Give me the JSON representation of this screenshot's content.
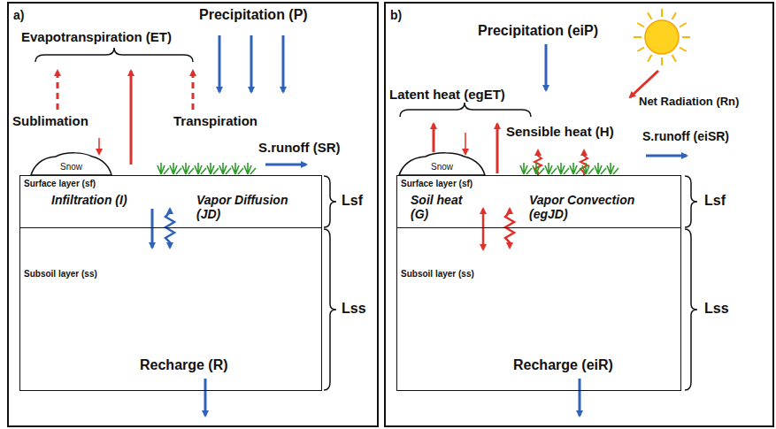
{
  "diagram": {
    "nodes": [
      {
        "text": [
          "a)"
        ]
      },
      {
        "text": [
          "Snow"
        ],
        "in": 0
      },
      {
        "text": [
          "Surface layer (sf)"
        ],
        "in": 0
      },
      {
        "text": [
          "Subsoil layer (ss)"
        ],
        "in": 0
      },
      {
        "text": [
          "b)"
        ]
      },
      {
        "text": [
          "Snow"
        ],
        "in": 4
      },
      {
        "text": [
          "Surface layer (sf)"
        ],
        "in": 4
      },
      {
        "text": [
          "Subsoil layer (ss)"
        ],
        "in": 4
      }
    ],
    "labels": [
      "Precipitation (P)",
      "Evapotranspiration (ET)",
      "Sublimation",
      "Transpiration",
      "S.runoff (SR)",
      "Infiltration (I)",
      "Vapor Diffusion (JD)",
      "Recharge (R)",
      "Lsf",
      "Lss",
      "Precipitation (eiP)",
      "Latent heat (egET)",
      "Net Radiation (Rn)",
      "Sensible heat (H)",
      "S.runoff (eiSR)",
      "Soil heat (G)",
      "Vapor Convection (egJD)",
      "Recharge (eiR)",
      "Lsf",
      "Lss"
    ]
  }
}
